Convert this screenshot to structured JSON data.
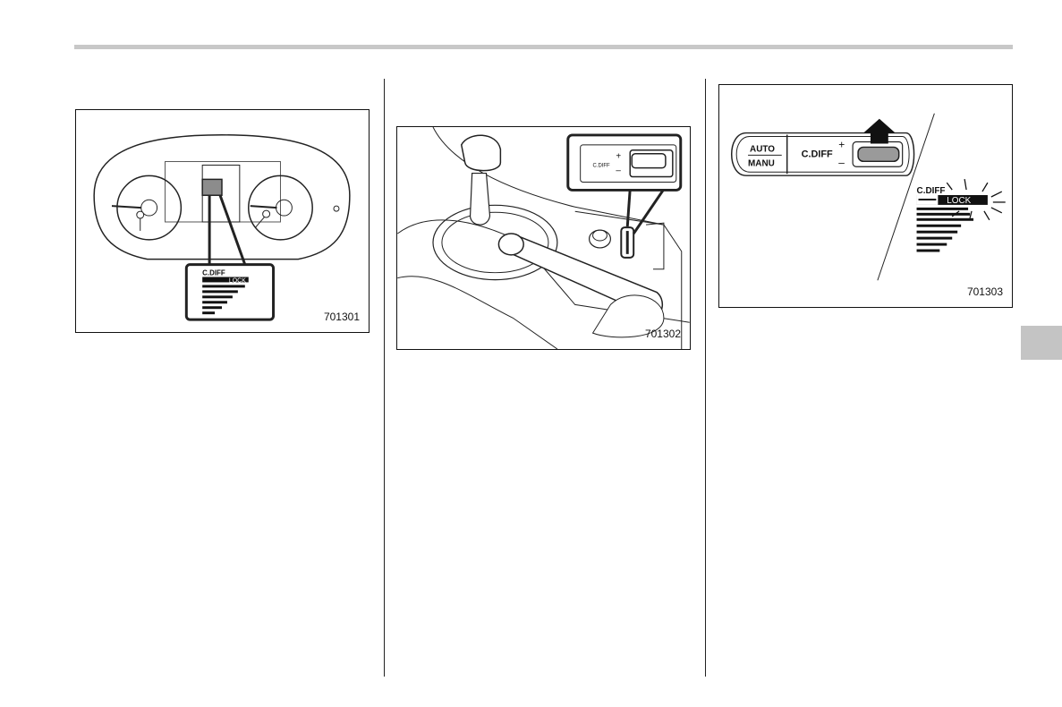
{
  "page": {
    "header_rule": true,
    "side_tab_color": "#c4c4c4"
  },
  "figures": [
    {
      "id": "701301",
      "display": {
        "title": "C.DIFF",
        "badge": "LOCK"
      }
    },
    {
      "id": "701302",
      "switch": {
        "label": "C.DIFF",
        "plus": "+",
        "minus": "–"
      }
    },
    {
      "id": "701303",
      "buttons": {
        "auto": "AUTO",
        "manu": "MANU",
        "cdiff": "C.DIFF",
        "plus": "+",
        "minus": "–"
      },
      "display": {
        "title": "C.DIFF",
        "badge": "LOCK"
      }
    }
  ]
}
